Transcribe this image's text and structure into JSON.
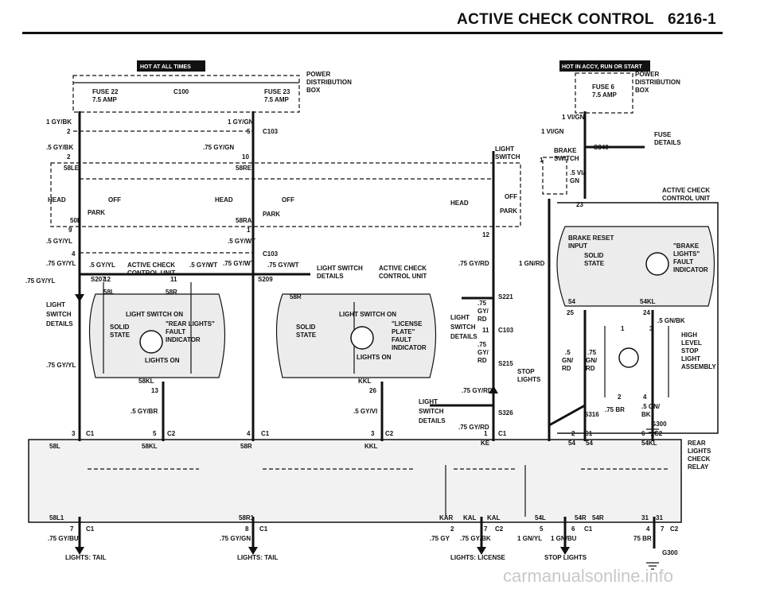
{
  "header": {
    "title": "ACTIVE CHECK CONTROL",
    "page": "6216-1"
  },
  "watermark": "carmanualsonline.info",
  "banners": {
    "hot_all": "HOT AT ALL TIMES",
    "hot_accy": "HOT IN ACCY, RUN OR START"
  },
  "labels": {
    "power_dist_1": "POWER",
    "power_dist_2": "DISTRIBUTION",
    "power_dist_3": "BOX",
    "fuse22": "FUSE 22",
    "fuse22_amp": "7.5 AMP",
    "c100": "C100",
    "fuse23": "FUSE 23",
    "fuse23_amp": "7.5 AMP",
    "fuse6": "FUSE 6",
    "fuse6_amp": "7.5 AMP",
    "fuse_details_1": "FUSE",
    "fuse_details_2": "DETAILS",
    "w_1gybk": "1 GY/BK",
    "w_1gygn": "1 GY/GN",
    "c103_a": "C103",
    "pin2a": "2",
    "pin5": "5",
    "w_5gybk": ".5 GY/BK",
    "w_75gygn": ".75 GY/GN",
    "pin2b": "2",
    "pin10": "10",
    "light_switch_1": "LIGHT",
    "light_switch_2": "SWITCH",
    "w_1vign_a": "1 VI/GN",
    "w_1vign_b": "1 VI/GN",
    "brake_sw_1": "BRAKE",
    "brake_sw_2": "SWITCH",
    "s340": "S340",
    "pin1_brake": "1",
    "w_5vign_1": ".5 VI/",
    "w_5vign_2": "GN",
    "acc_unit_1": "ACTIVE CHECK",
    "acc_unit_2": "CONTROL UNIT",
    "pin23": "23",
    "t58le": "58LE",
    "t58re": "58RE",
    "head_l": "HEAD",
    "off_l": "OFF",
    "park_l": "PARK",
    "t50l": "50L",
    "head_m": "HEAD",
    "off_m": "OFF",
    "park_m": "PARK",
    "t58ra": "58RA",
    "head_r": "HEAD",
    "off_r": "OFF",
    "park_r": "PARK",
    "pin9": "9",
    "pin1_m": "1",
    "pin12": "12",
    "w_5gyyl": ".5 GY/YL",
    "w_5gywt": ".5 GY/WT",
    "c103_b": "C103",
    "pin4": "4",
    "w_75gyyl_a": ".75 GY/YL",
    "w_5gyyl_b": ".5 GY/YL",
    "acc_unit_m1": "ACTIVE CHECK",
    "acc_unit_m2": "CONTROL UNIT",
    "w_5gywt_b": ".5 GY/WT",
    "w_75gywt_a": ".75 GY/WT",
    "w_75gywt_b": ".75 GY/WT",
    "ls_details_1": "LIGHT SWITCH",
    "ls_details_2": "DETAILS",
    "acc_unit_r1": "ACTIVE CHECK",
    "acc_unit_r2": "CONTROL UNIT",
    "w_75gyrd_a": ".75 GY/RD",
    "w_1gnrd": "1 GN/RD",
    "w_75gyyl_left": ".75 GY/YL",
    "s207": "S207",
    "pin12b": "12",
    "pin11": "11",
    "s209": "S209",
    "t58l": "58L",
    "t58r": "58R",
    "t58r2": "58R",
    "brake_reset_1": "BRAKE RESET",
    "brake_reset_2": "INPUT",
    "solid_1": "SOLID",
    "state_1": "STATE",
    "brake_lights_1": "\"BRAKE",
    "brake_lights_2": "LIGHTS\"",
    "brake_lights_3": "FAULT",
    "brake_lights_4": "INDICATOR",
    "light_sw_det_1": "LIGHT",
    "light_sw_det_2": "SWITCH",
    "light_sw_det_3": "DETAILS",
    "w_75gyyl_c": ".75 GY/YL",
    "ls_on_1": "LIGHT SWITCH ON",
    "ls_on_2": "LIGHT SWITCH ON",
    "solid_l": "SOLID",
    "state_l": "STATE",
    "rear_1": "\"REAR LIGHTS\"",
    "rear_2": "FAULT",
    "rear_3": "INDICATOR",
    "lights_on_l": "LIGHTS ON",
    "solid_m": "SOLID",
    "state_m": "STATE",
    "lic_1": "\"LICENSE",
    "lic_2": "PLATE\"",
    "lic_3": "FAULT",
    "lic_4": "INDICATOR",
    "lights_on_m": "LIGHTS ON",
    "s221": "S221",
    "w_75gyrd_1": ".75",
    "w_75gyrd_2": "GY/",
    "w_75gyrd_3": "RD",
    "light_sw_r1": "LIGHT",
    "light_sw_r2": "SWITCH",
    "light_sw_r3": "DETAILS",
    "pin11b": "11",
    "c103_c": "C103",
    "w_75gyrd_b1": ".75",
    "w_75gyrd_b2": "GY/",
    "w_75gyrd_b3": "RD",
    "s215": "S215",
    "stop_1": "STOP",
    "stop_2": "LIGHTS",
    "w_75gyrd_c": ".75 GY/RD",
    "t54": "54",
    "t54kl": "54KL",
    "pin25": "25",
    "pin24": "24",
    "w_5gnbk": ".5 GN/BK",
    "pin1c": "1",
    "pin3c": "3",
    "high_1": "HIGH",
    "high_2": "LEVEL",
    "high_3": "STOP",
    "high_4": "LIGHT",
    "high_5": "ASSEMBLY",
    "w_75gnrd_1": ".5",
    "w_75gnrd_2": "GN/",
    "w_75gnrd_3": "RD",
    "w_75gnrd_4": ".75",
    "w_75gnrd_5": "GN/",
    "w_75gnrd_6": "RD",
    "t58kl": "58KL",
    "pin13": "13",
    "t_kkl": "KKL",
    "pin26": "26",
    "w_5gybr": ".5 GY/BR",
    "w_5gyvi": ".5 GY/VI",
    "light_sw_b1": "LIGHT",
    "light_sw_b2": "SWITCH",
    "light_sw_b3": "DETAILS",
    "s326": "S326",
    "w_75gyrd_d": ".75 GY/RD",
    "pin2d": "2",
    "pin4d": "4",
    "w_5gnbk2": ".5 GN/",
    "w_5gnbk3": "BK",
    "w_75br": ".75 BR",
    "s316": "S316",
    "g300a": "G300",
    "c1_a": "C1",
    "c2_a": "C2",
    "c1_b": "C1",
    "c2_b": "C2",
    "c1_c": "C1",
    "c1_d": "C1",
    "c2_d": "C2",
    "pin3": "3",
    "pin5b": "5",
    "pin4b": "4",
    "pin3b": "3",
    "pin1d": "1",
    "pin2e": "2",
    "pin6": "6",
    "t58l_b": "58L",
    "t58kl_b": "58KL",
    "t58r_b": "58R",
    "t_kkl_b": "KKL",
    "t_ke": "KE",
    "t54_b": "54",
    "t54_c": "54",
    "t54kl_b": "54KL",
    "rear_relay_1": "REAR",
    "rear_relay_2": "LIGHTS",
    "rear_relay_3": "CHECK",
    "rear_relay_4": "RELAY",
    "t58l1": "58L1",
    "t58r1": "58R1",
    "t_kar": "KAR",
    "t_kal": "KAL",
    "t_kal2": "KAL",
    "t54l": "54L",
    "t54r": "54R",
    "t54r2": "54R",
    "t31": "31",
    "t31b": "31",
    "pin7": "7",
    "c1_e": "C1",
    "pin8": "8",
    "c1_f": "C1",
    "pin2f": "2",
    "pin7b": "7",
    "c2_f": "C2",
    "pin5c": "5",
    "pin6c": "6",
    "c1_g": "C1",
    "pin4e": "4",
    "pin7c": "7",
    "c2_g": "C2",
    "w_75gybu": ".75 GY/BU",
    "w_75gygn_b": ".75 GY/GN",
    "w_75gy": ".75 GY",
    "w_75gybk": ".75 GY/BK",
    "w_1gnyl": "1 GN/YL",
    "w_1gnbu": "1 GN/BU",
    "w_75br_b": "75 BR",
    "g300b": "G300",
    "lights_tail_l": "LIGHTS: TAIL",
    "lights_tail_r": "LIGHTS: TAIL",
    "lights_license": "LIGHTS: LICENSE",
    "stop_lights": "STOP LIGHTS"
  }
}
